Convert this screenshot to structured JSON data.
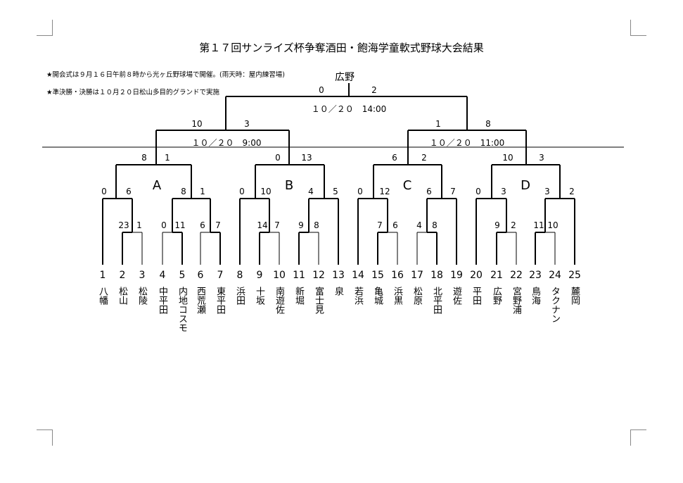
{
  "title": "第１７回サンライズ杯争奪酒田・飽海学童軟式野球大会結果",
  "notes": [
    "★開会式は９月１６日午前８時から光ヶ丘野球場で開催。(雨天時：屋内練習場)",
    "★準決勝・決勝は１０月２０日松山多目的グランドで実施"
  ],
  "champion": "広野",
  "groups": [
    "A",
    "B",
    "C",
    "D"
  ],
  "dates": {
    "final": "１０／２０　14:00",
    "semi_left": "１０／２０　9:00",
    "semi_right": "１０／２０　11:00"
  },
  "teams": [
    {
      "num": "1",
      "name": "八幡"
    },
    {
      "num": "2",
      "name": "松山"
    },
    {
      "num": "3",
      "name": "松陵"
    },
    {
      "num": "4",
      "name": "中平田"
    },
    {
      "num": "5",
      "name": "内地コスモ"
    },
    {
      "num": "6",
      "name": "西荒瀬"
    },
    {
      "num": "7",
      "name": "東平田"
    },
    {
      "num": "8",
      "name": "浜田"
    },
    {
      "num": "9",
      "name": "十坂"
    },
    {
      "num": "10",
      "name": "南遊佐"
    },
    {
      "num": "11",
      "name": "新堀"
    },
    {
      "num": "12",
      "name": "富士見"
    },
    {
      "num": "13",
      "name": "泉"
    },
    {
      "num": "14",
      "name": "若浜"
    },
    {
      "num": "15",
      "name": "亀城"
    },
    {
      "num": "16",
      "name": "浜黒"
    },
    {
      "num": "17",
      "name": "松原"
    },
    {
      "num": "18",
      "name": "北平田"
    },
    {
      "num": "19",
      "name": "遊佐"
    },
    {
      "num": "20",
      "name": "平田"
    },
    {
      "num": "21",
      "name": "広野"
    },
    {
      "num": "22",
      "name": "宮野浦"
    },
    {
      "num": "23",
      "name": "鳥海"
    },
    {
      "num": "24",
      "name": "タクナン"
    },
    {
      "num": "25",
      "name": "麓岡"
    }
  ],
  "scores": {
    "final": [
      "0",
      "2"
    ],
    "semi_left": [
      "10",
      "3"
    ],
    "semi_right": [
      "1",
      "8"
    ],
    "qf_a": [
      "8",
      "1"
    ],
    "qf_b": [
      "0",
      "13"
    ],
    "qf_c": [
      "6",
      "2"
    ],
    "qf_d": [
      "10",
      "3"
    ],
    "r2_a1": [
      "0",
      "6"
    ],
    "r2_a2": [
      "8",
      "1"
    ],
    "r2_b1": [
      "0",
      "10"
    ],
    "r2_b2": [
      "4",
      "5"
    ],
    "r2_c1": [
      "0",
      "12"
    ],
    "r2_c2": [
      "6",
      "7"
    ],
    "r2_d1": [
      "0",
      "3"
    ],
    "r2_d2": [
      "3",
      "2"
    ],
    "r1_2_3": [
      "23",
      "1"
    ],
    "r1_4_5": [
      "0",
      "11"
    ],
    "r1_6_7": [
      "6",
      "7"
    ],
    "r1_9_10": [
      "14",
      "7"
    ],
    "r1_11_12": [
      "9",
      "8"
    ],
    "r1_15_16": [
      "7",
      "6"
    ],
    "r1_17_18": [
      "4",
      "8"
    ],
    "r1_21_22": [
      "9",
      "2"
    ],
    "r1_23_24": [
      "11",
      "10"
    ]
  }
}
